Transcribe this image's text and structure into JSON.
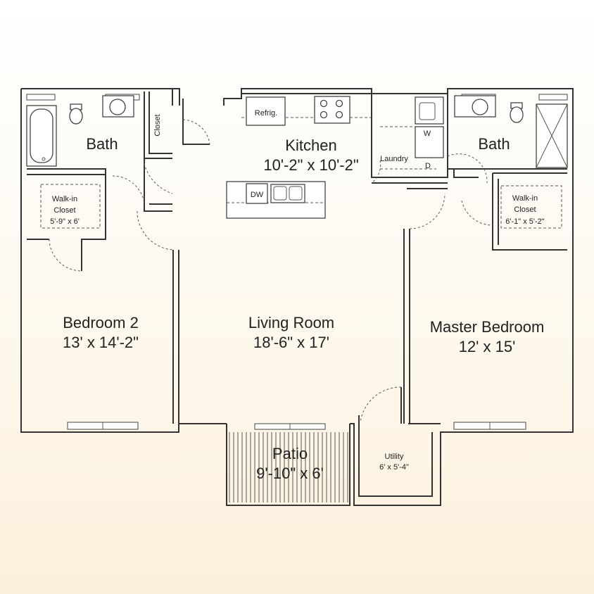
{
  "rooms": {
    "bath_left": {
      "name": "Bath"
    },
    "closet_left": {
      "name": "Closet"
    },
    "walkin_left": {
      "line1": "Walk-in",
      "line2": "Closet",
      "dims": "5'-9\" x 6'"
    },
    "kitchen": {
      "name": "Kitchen",
      "dims": "10'-2\" x 10'-2\""
    },
    "laundry": {
      "name": "Laundry",
      "washer": "W",
      "dryer": "D"
    },
    "bath_right": {
      "name": "Bath"
    },
    "walkin_right": {
      "line1": "Walk-in",
      "line2": "Closet",
      "dims": "6'-1\" x 5'-2\""
    },
    "bedroom2": {
      "name": "Bedroom 2",
      "dims": "13' x 14'-2\""
    },
    "living": {
      "name": "Living Room",
      "dims": "18'-6\" x 17'"
    },
    "master": {
      "name": "Master Bedroom",
      "dims": "12' x 15'"
    },
    "patio": {
      "name": "Patio",
      "dims": "9'-10\" x 6'"
    },
    "utility": {
      "name": "Utility",
      "dims": "6' x 5'-4\""
    }
  },
  "appliances": {
    "refrigerator": "Refrig.",
    "dishwasher": "DW"
  },
  "colors": {
    "wall": "#333333",
    "background_top": "#ffffff",
    "background_bottom": "#fcf0dc"
  }
}
